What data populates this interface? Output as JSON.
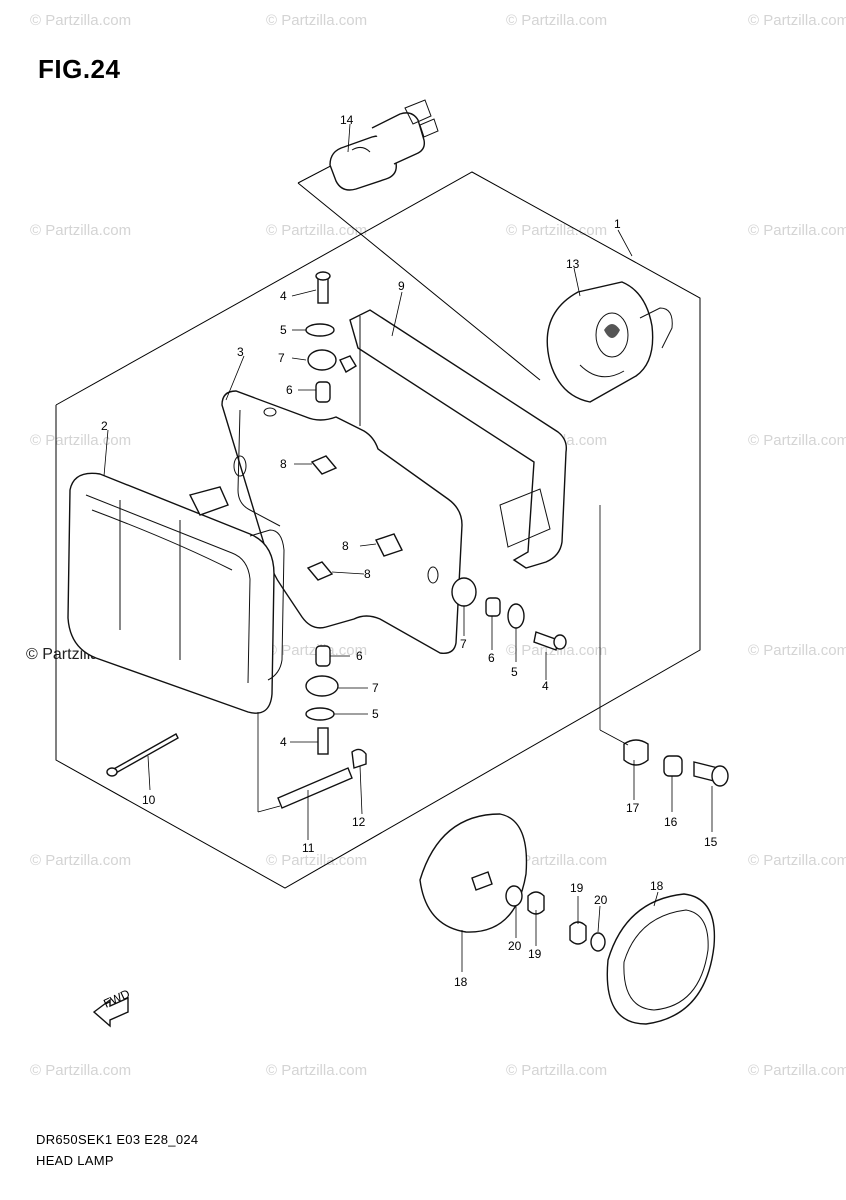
{
  "figure": {
    "title": "FIG.24",
    "model_code": "DR650SEK1 E03 E28_024",
    "section_name": "HEAD LAMP"
  },
  "watermark": {
    "text": "© Partzilla.com",
    "featured_text": "© Partzilla.com"
  },
  "callouts": [
    {
      "id": "c1",
      "label": "1"
    },
    {
      "id": "c2",
      "label": "2"
    },
    {
      "id": "c3",
      "label": "3"
    },
    {
      "id": "c4a",
      "label": "4"
    },
    {
      "id": "c4b",
      "label": "4"
    },
    {
      "id": "c4c",
      "label": "4"
    },
    {
      "id": "c5a",
      "label": "5"
    },
    {
      "id": "c5b",
      "label": "5"
    },
    {
      "id": "c5c",
      "label": "5"
    },
    {
      "id": "c6a",
      "label": "6"
    },
    {
      "id": "c6b",
      "label": "6"
    },
    {
      "id": "c6c",
      "label": "6"
    },
    {
      "id": "c7a",
      "label": "7"
    },
    {
      "id": "c7b",
      "label": "7"
    },
    {
      "id": "c7c",
      "label": "7"
    },
    {
      "id": "c8a",
      "label": "8"
    },
    {
      "id": "c8b",
      "label": "8"
    },
    {
      "id": "c8c",
      "label": "8"
    },
    {
      "id": "c9",
      "label": "9"
    },
    {
      "id": "c10",
      "label": "10"
    },
    {
      "id": "c11",
      "label": "11"
    },
    {
      "id": "c12",
      "label": "12"
    },
    {
      "id": "c13",
      "label": "13"
    },
    {
      "id": "c14",
      "label": "14"
    },
    {
      "id": "c15",
      "label": "15"
    },
    {
      "id": "c16",
      "label": "16"
    },
    {
      "id": "c17",
      "label": "17"
    },
    {
      "id": "c18a",
      "label": "18"
    },
    {
      "id": "c18b",
      "label": "18"
    },
    {
      "id": "c19a",
      "label": "19"
    },
    {
      "id": "c19b",
      "label": "19"
    },
    {
      "id": "c20a",
      "label": "20"
    },
    {
      "id": "c20b",
      "label": "20"
    }
  ],
  "direction_marker": {
    "label": "FWD"
  }
}
